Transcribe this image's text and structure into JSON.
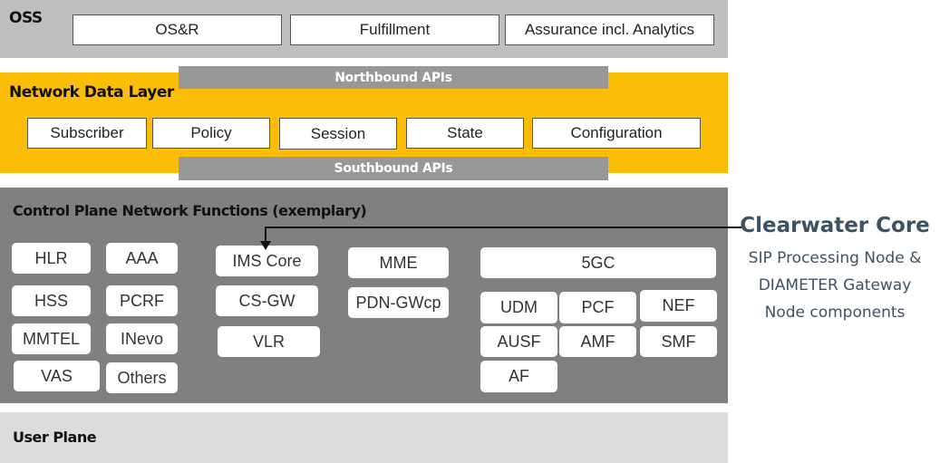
{
  "oss": {
    "title": "OSS",
    "boxes": [
      "OS&R",
      "Fulfillment",
      "Assurance incl. Analytics"
    ]
  },
  "network_data_layer": {
    "title": "Network Data Layer",
    "northbound": "Northbound APIs",
    "southbound": "Southbound APIs",
    "boxes": [
      "Subscriber",
      "Policy",
      "Session",
      "State",
      "Configuration"
    ]
  },
  "control_plane": {
    "title": "Control Plane Network Functions (exemplary)",
    "col1": [
      "HLR",
      "HSS",
      "MMTEL",
      "VAS"
    ],
    "col2": [
      "AAA",
      "PCRF",
      "INevo",
      "Others"
    ],
    "col3": [
      "IMS Core",
      "CS-GW",
      "VLR"
    ],
    "col4": [
      "MME",
      "PDN-GWcp"
    ],
    "fivegc": {
      "title": "5GC",
      "items": [
        "UDM",
        "PCF",
        "NEF",
        "AUSF",
        "AMF",
        "SMF",
        "AF"
      ]
    }
  },
  "user_plane": {
    "title": "User Plane"
  },
  "callout": {
    "title": "Clearwater Core",
    "lines": [
      "SIP Processing Node &",
      "DIAMETER Gateway",
      "Node components"
    ]
  },
  "colors": {
    "oss_bg": "#bfbfbf",
    "ndl_bg": "#fbbd08",
    "api_bg": "#989898",
    "control_bg": "#808080",
    "user_plane_bg": "#dcdcdc",
    "callout_text": "#3e5266"
  }
}
